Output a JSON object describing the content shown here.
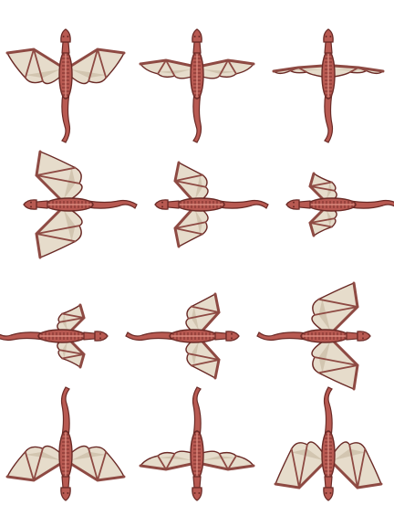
{
  "sprite_sheet": {
    "subject": "red-dragon-flying",
    "grid": {
      "columns": 3,
      "rows": 4
    },
    "colors": {
      "background": "#ffffff",
      "body": "#b85a52",
      "body_dark": "#7a2f2b",
      "belly": "#d98a7e",
      "wing_membrane": "#e6dccb",
      "wing_shade": "#c9bba4",
      "wing_bone": "#8e4a43",
      "outline": "#6a2a26"
    },
    "rows": [
      {
        "direction": "up",
        "frames": [
          {
            "wing_phase": "spread"
          },
          {
            "wing_phase": "level"
          },
          {
            "wing_phase": "lowered"
          }
        ]
      },
      {
        "direction": "left",
        "frames": [
          {
            "wing_phase": "raised"
          },
          {
            "wing_phase": "mid"
          },
          {
            "wing_phase": "folded"
          }
        ]
      },
      {
        "direction": "right",
        "frames": [
          {
            "wing_phase": "folded"
          },
          {
            "wing_phase": "mid"
          },
          {
            "wing_phase": "raised"
          }
        ]
      },
      {
        "direction": "down",
        "frames": [
          {
            "wing_phase": "spread"
          },
          {
            "wing_phase": "level"
          },
          {
            "wing_phase": "raised"
          }
        ]
      }
    ]
  }
}
